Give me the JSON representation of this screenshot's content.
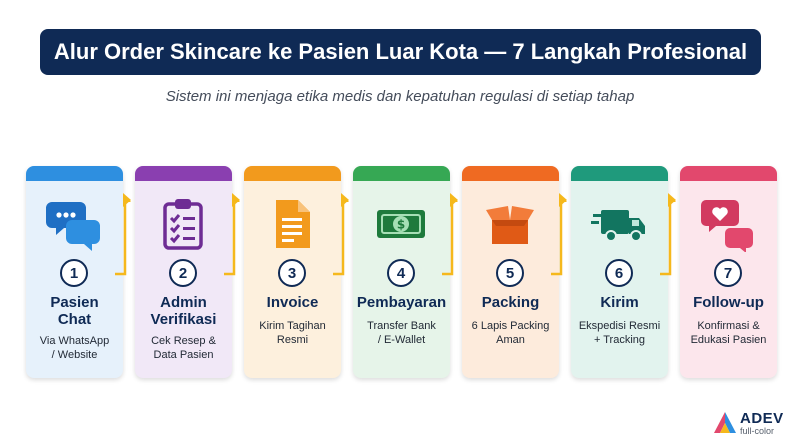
{
  "title": "Alur Order Skincare ke Pasien Luar Kota — 7 Langkah Profesional",
  "subtitle": "Sistem ini menjaga etika medis dan kepatuhan regulasi di setiap tahap",
  "colors": {
    "navy": "#0f2a55",
    "arrow": "#f5b81c"
  },
  "steps": [
    {
      "number": "1",
      "label_line1": "Pasien",
      "label_line2": "Chat",
      "desc_line1": "Via WhatsApp",
      "desc_line2": "/ Website",
      "icon": "chat-bubbles-icon",
      "accent": "#2e8fe0",
      "bg": "#e6f1fb"
    },
    {
      "number": "2",
      "label_line1": "Admin",
      "label_line2": "Verifikasi",
      "desc_line1": "Cek Resep &",
      "desc_line2": "Data Pasien",
      "icon": "clipboard-checklist-icon",
      "accent": "#8a3fb0",
      "bg": "#f1e8f7"
    },
    {
      "number": "3",
      "label_line1": "Invoice",
      "label_line2": "",
      "desc_line1": "Kirim Tagihan",
      "desc_line2": "Resmi",
      "icon": "document-icon",
      "accent": "#f29a1d",
      "bg": "#fdf0dd"
    },
    {
      "number": "4",
      "label_line1": "Pembayaran",
      "label_line2": "",
      "desc_line1": "Transfer Bank",
      "desc_line2": "/ E-Wallet",
      "icon": "cash-icon",
      "accent": "#36a854",
      "bg": "#e6f4e9"
    },
    {
      "number": "5",
      "label_line1": "Packing",
      "label_line2": "",
      "desc_line1": "6 Lapis Packing",
      "desc_line2": "Aman",
      "icon": "open-box-icon",
      "accent": "#ef6a22",
      "bg": "#fdebdc"
    },
    {
      "number": "6",
      "label_line1": "Kirim",
      "label_line2": "",
      "desc_line1": "Ekspedisi Resmi",
      "desc_line2": "+ Tracking",
      "icon": "delivery-truck-icon",
      "accent": "#1f9a7c",
      "bg": "#e2f3ee"
    },
    {
      "number": "7",
      "label_line1": "Follow-up",
      "label_line2": "",
      "desc_line1": "Konfirmasi &",
      "desc_line2": "Edukasi Pasien",
      "icon": "heart-chat-icon",
      "accent": "#e2486d",
      "bg": "#fce6ec"
    }
  ],
  "brand": {
    "name": "ADEV",
    "tagline": "full-color"
  }
}
